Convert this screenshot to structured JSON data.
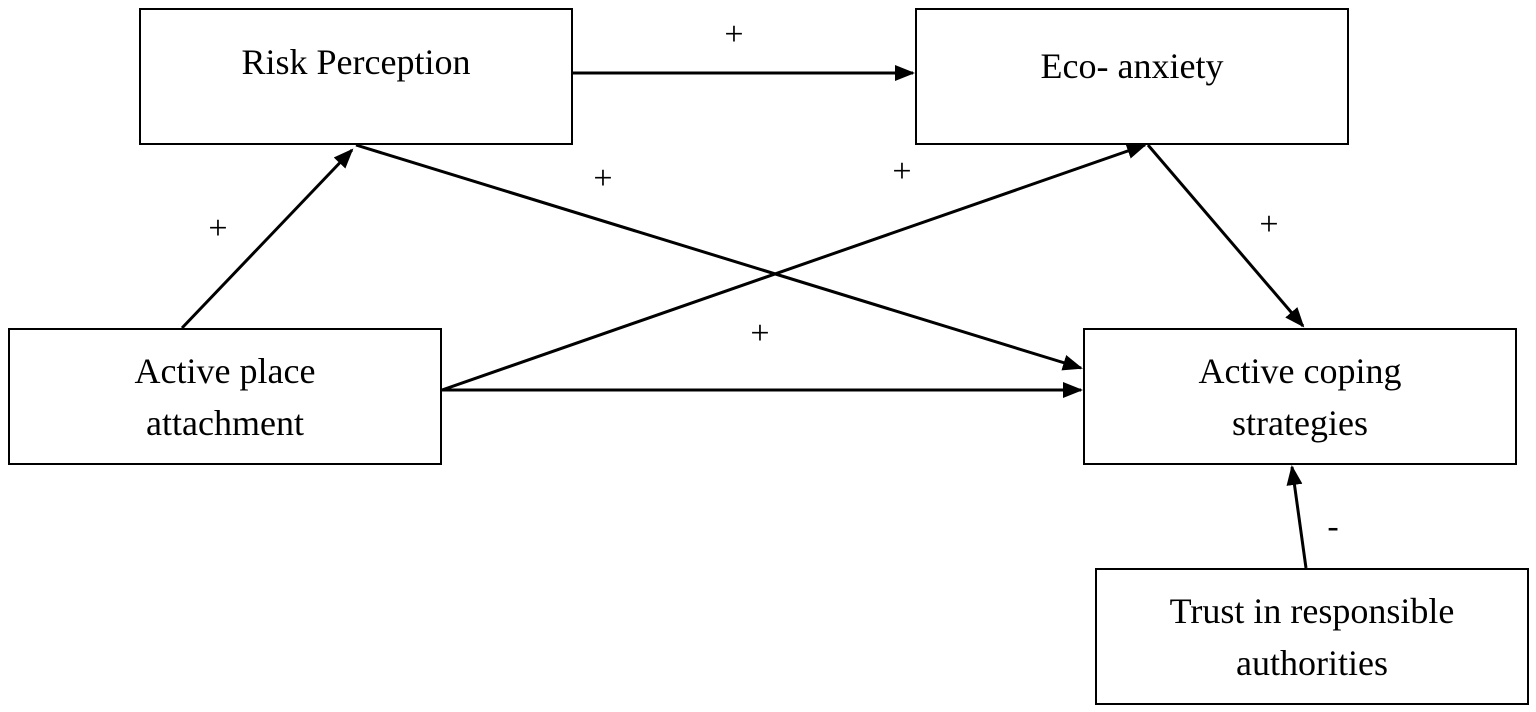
{
  "nodes": {
    "risk_perception": {
      "lines": [
        "Risk Perception"
      ]
    },
    "eco_anxiety": {
      "lines": [
        "Eco- anxiety"
      ]
    },
    "active_place_attachment": {
      "lines": [
        "Active place",
        "attachment"
      ]
    },
    "active_coping_strategies": {
      "lines": [
        "Active coping",
        "strategies"
      ]
    },
    "trust_in_authorities": {
      "lines": [
        "Trust in responsible",
        "authorities"
      ]
    }
  },
  "edges": [
    {
      "from": "Risk Perception",
      "to": "Eco- anxiety",
      "sign": "+"
    },
    {
      "from": "Active place attachment",
      "to": "Risk Perception",
      "sign": "+"
    },
    {
      "from": "Risk Perception",
      "to": "Active coping strategies",
      "sign": "+"
    },
    {
      "from": "Active place attachment",
      "to": "Eco- anxiety",
      "sign": "+"
    },
    {
      "from": "Eco- anxiety",
      "to": "Active coping strategies",
      "sign": "+"
    },
    {
      "from": "Active place attachment",
      "to": "Active coping strategies",
      "sign": "+"
    },
    {
      "from": "Trust in responsible authorities",
      "to": "Active coping strategies",
      "sign": "-"
    }
  ],
  "colors": {
    "line": "#000000",
    "background": "#ffffff"
  }
}
